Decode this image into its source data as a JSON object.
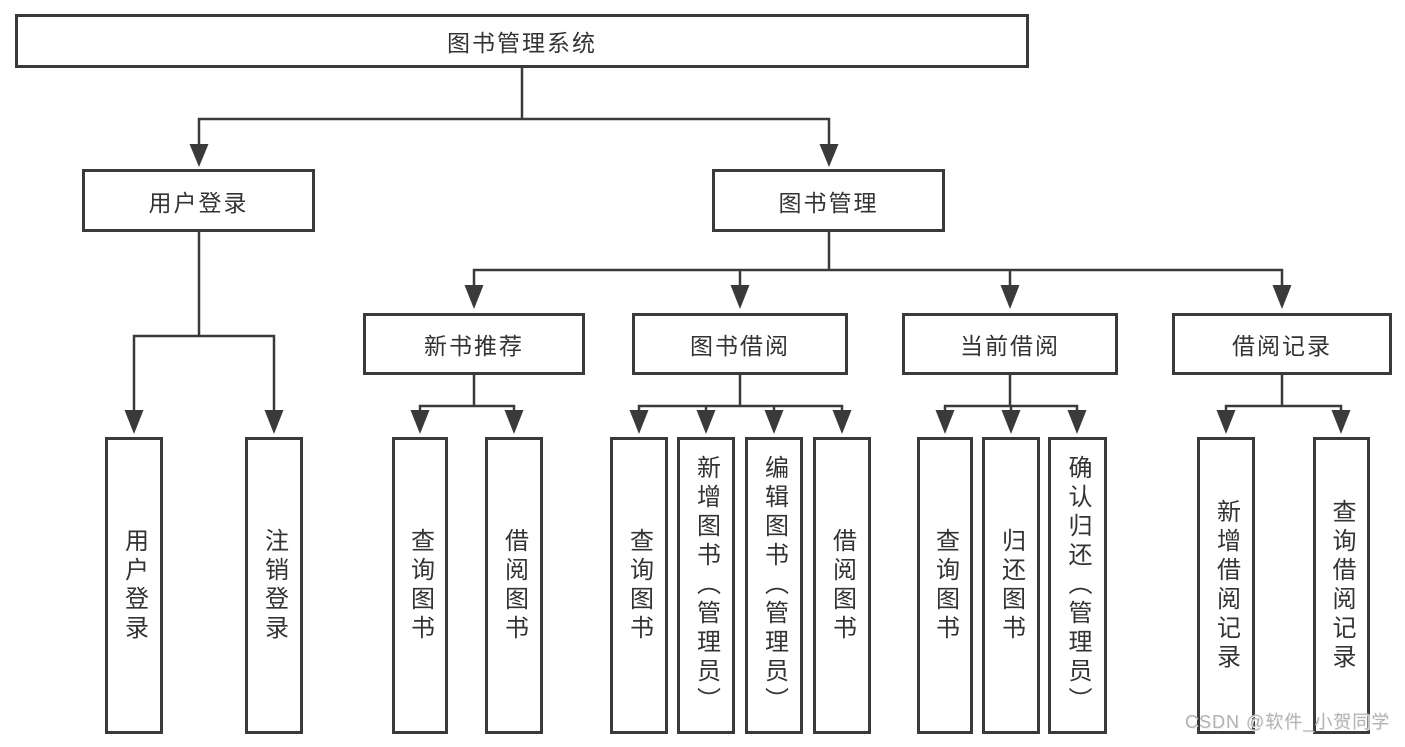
{
  "nodes": {
    "root": "图书管理系统",
    "user_login": "用户登录",
    "book_mgmt": "图书管理",
    "new_books": "新书推荐",
    "book_borrow": "图书借阅",
    "current_borrow": "当前借阅",
    "borrow_records": "借阅记录",
    "leaf_user_login": "用户登录",
    "leaf_logout": "注销登录",
    "leaf_query_books_1": "查询图书",
    "leaf_borrow_books_1": "借阅图书",
    "leaf_query_books_2": "查询图书",
    "leaf_add_books": "新增图书（管理员）",
    "leaf_edit_books": "编辑图书（管理员）",
    "leaf_borrow_books_2": "借阅图书",
    "leaf_query_books_3": "查询图书",
    "leaf_return_books": "归还图书",
    "leaf_confirm_return": "确认归还（管理员）",
    "leaf_add_record": "新增借阅记录",
    "leaf_query_record": "查询借阅记录"
  },
  "watermark": "CSDN @软件_小贺同学"
}
